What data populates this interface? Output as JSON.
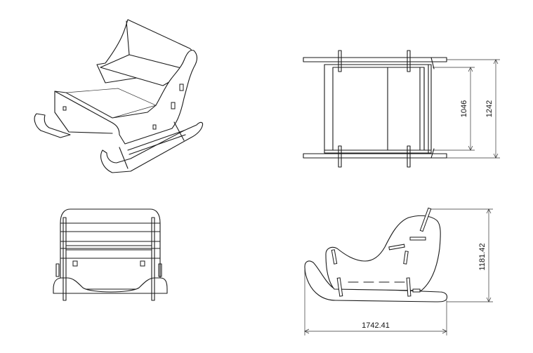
{
  "drawing": {
    "dimensions": {
      "inner_width": "1046",
      "outer_width": "1242",
      "height": "1181.42",
      "length": "1742.41"
    }
  }
}
